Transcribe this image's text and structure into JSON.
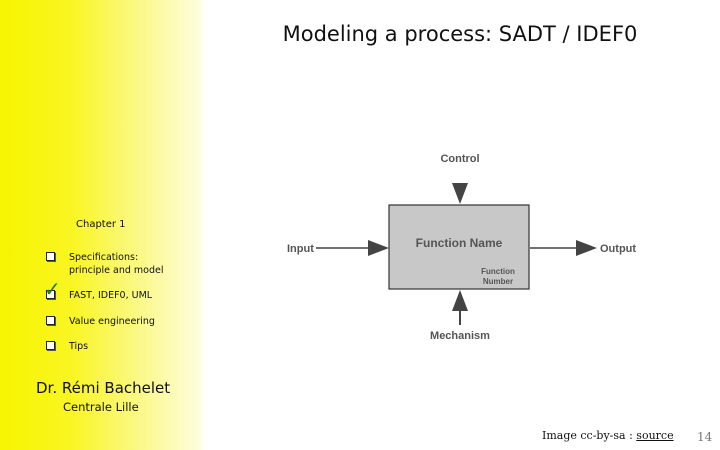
{
  "slide": {
    "title": "Modeling a process: SADT / IDEF0",
    "chapter": "Chapter 1",
    "menu": [
      {
        "text_lines": [
          "Specifications:",
          "principle and model"
        ],
        "checked": false
      },
      {
        "text_lines": [
          "FAST, IDEF0, UML"
        ],
        "checked": true
      },
      {
        "text_lines": [
          "Value engineering"
        ],
        "checked": false
      },
      {
        "text_lines": [
          "Tips"
        ],
        "checked": false
      }
    ],
    "author": "Dr. Rémi Bachelet",
    "school": "Centrale Lille",
    "credit_prefix": "Image cc-by-sa : ",
    "credit_link": "source",
    "page_number": "14",
    "colors": {
      "sidebar": "#f7f500",
      "box_fill": "#c8c8c8",
      "label": "#555555"
    }
  },
  "diagram": {
    "control": "Control",
    "input": "Input",
    "function_name": "Function Name",
    "function_number_lines": [
      "Function",
      "Number"
    ],
    "output": "Output",
    "mechanism": "Mechanism"
  }
}
